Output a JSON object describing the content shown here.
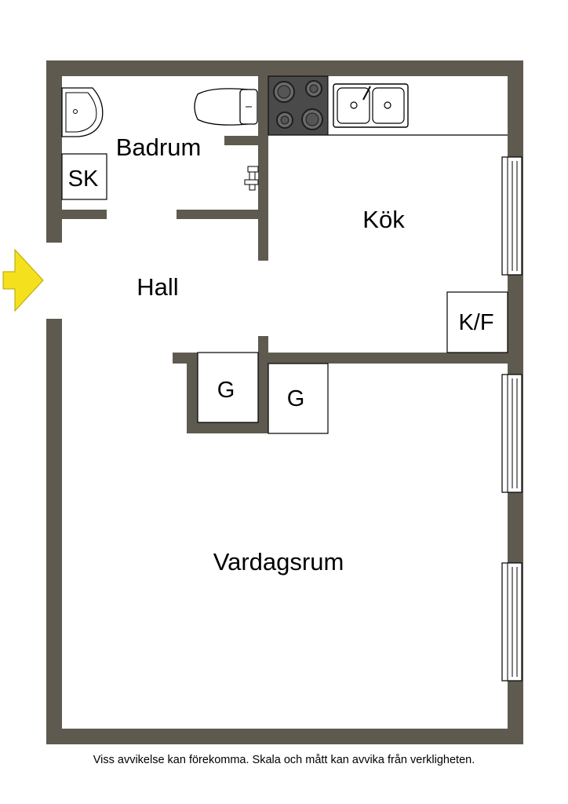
{
  "rooms": {
    "badrum": "Badrum",
    "kok": "Kök",
    "hall": "Hall",
    "vardagsrum": "Vardagsrum"
  },
  "fixtures": {
    "sk": "SK",
    "kf": "K/F",
    "g1": "G",
    "g2": "G"
  },
  "disclaimer": "Viss avvikelse kan förekomma. Skala och mått kan avvika från verkligheten.",
  "colors": {
    "wall": "#5f5a4f",
    "entrance_arrow": "#f4e01c",
    "stove": "#4a4a4a"
  },
  "icons": [
    "entrance-arrow-icon",
    "stove-icon",
    "sink-icon",
    "toilet-icon",
    "washbasin-icon",
    "faucet-icon"
  ]
}
